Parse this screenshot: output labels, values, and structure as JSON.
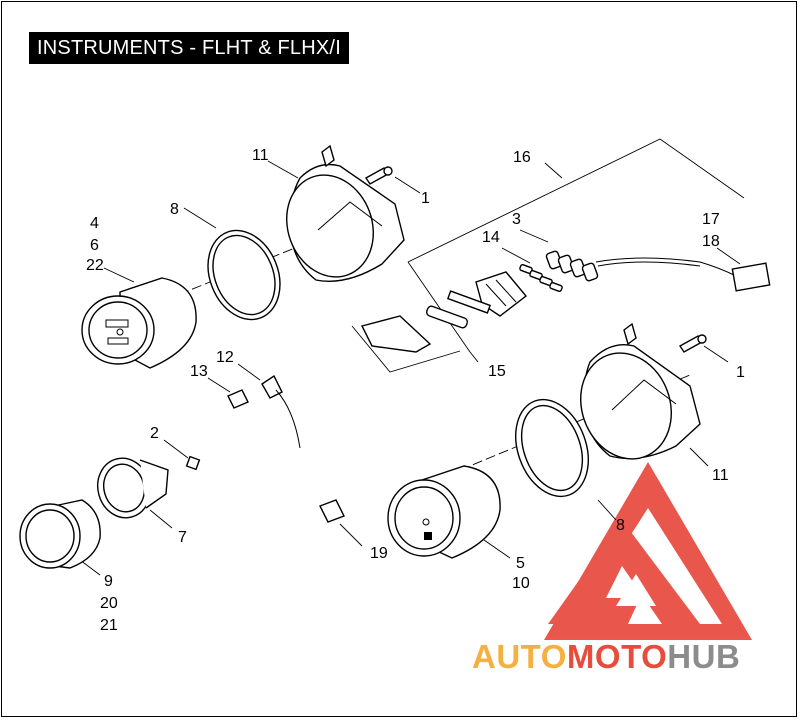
{
  "title": "INSTRUMENTS - FLHT & FLHX/I",
  "watermark": {
    "part1": "AUTO",
    "part2": "MOTO",
    "part3": "HUB",
    "color_orange": "#f5b041",
    "color_red": "#e74c3c",
    "color_gray": "#8c8c8c"
  },
  "labels": {
    "l11a": "11",
    "l1a": "1",
    "l16": "16",
    "l8a": "8",
    "l3": "3",
    "l17": "17",
    "l18": "18",
    "l14": "14",
    "l4": "4",
    "l6": "6",
    "l22": "22",
    "l12": "12",
    "l13": "13",
    "l15": "15",
    "l1b": "1",
    "l2": "2",
    "l11b": "11",
    "l8b": "8",
    "l7": "7",
    "l5": "5",
    "l10": "10",
    "l19": "19",
    "l9": "9",
    "l20": "20",
    "l21": "21"
  }
}
